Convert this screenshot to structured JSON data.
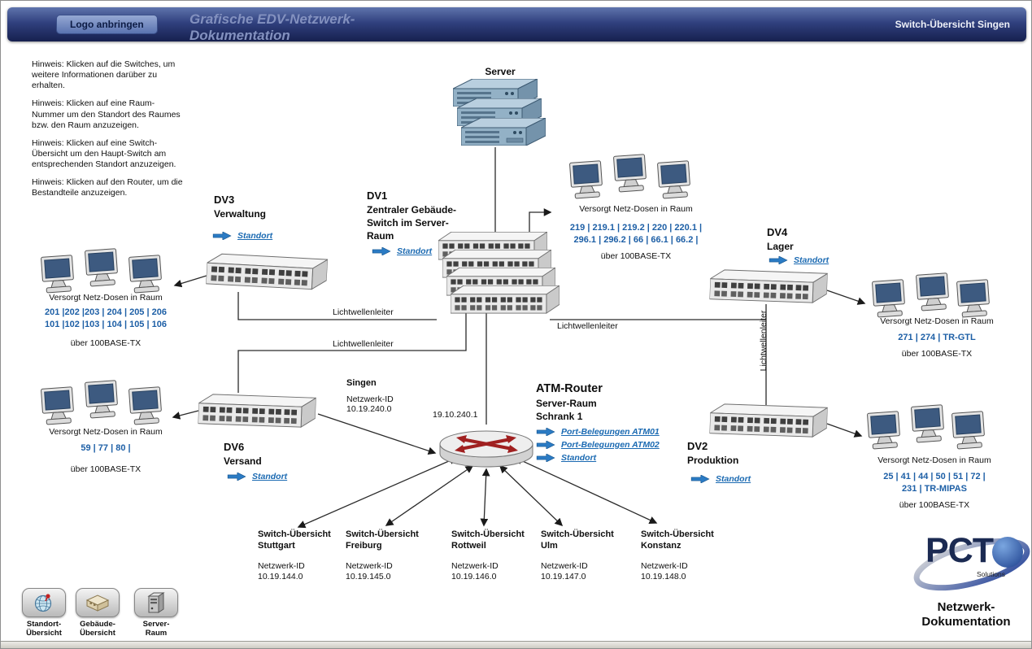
{
  "header": {
    "logo_button": "Logo anbringen",
    "title_line1": "Grafische EDV-Netzwerk-",
    "title_line2": "Dokumentation",
    "right_link": "Switch-Übersicht Singen"
  },
  "hints": [
    "Hinweis: Klicken auf die Switches, um weitere Informationen darüber zu erhalten.",
    "Hinweis: Klicken auf eine Raum-Nummer um den Standort des Raumes bzw. den Raum anzuzeigen.",
    "Hinweis: Klicken auf eine Switch-Übersicht um den Haupt-Switch am entsprechenden Standort anzuzeigen.",
    "Hinweis: Klicken auf den Router, um die Bestandteile anzuzeigen."
  ],
  "server": {
    "label": "Server"
  },
  "switches": {
    "dv1": {
      "id": "DV1",
      "desc1": "Zentraler Gebäude-",
      "desc2": "Switch im Server-",
      "desc3": "Raum",
      "standort_link": "Standort"
    },
    "dv3": {
      "id": "DV3",
      "name": "Verwaltung",
      "standort_link": "Standort"
    },
    "dv4": {
      "id": "DV4",
      "name": "Lager",
      "standort_link": "Standort"
    },
    "dv6": {
      "id": "DV6",
      "name": "Versand",
      "standort_link": "Standort"
    },
    "dv2": {
      "id": "DV2",
      "name": "Produktion",
      "standort_link": "Standort"
    }
  },
  "router": {
    "title": "ATM-Router",
    "subtitle1": "Server-Raum",
    "subtitle2": "Schrank 1",
    "link1": "Port-Belegungen ATM01",
    "link2": "Port-Belegungen ATM02",
    "link3": "Standort",
    "site": "Singen",
    "network_id_label": "Netzwerk-ID",
    "network_id": "10.19.240.0",
    "interface_ip": "19.10.240.1"
  },
  "labels": {
    "lichtwellenleiter": "Lichtwellenleiter",
    "versorgt": "Versorgt Netz-Dosen in Raum",
    "base_tx": "über 100BASE-TX"
  },
  "rooms": {
    "dv3_line1": "201 |202 |203 | 204 | 205 | 206",
    "dv3_line2": "101 |102 |103 | 104 | 105 | 106",
    "dv1_line1": "219 | 219.1 | 219.2 | 220 | 220.1 |",
    "dv1_line2": "296.1 | 296.2 | 66 | 66.1 | 66.2 |",
    "dv4_line1": "271 | 274 | TR-GTL",
    "dv6_line1": "59 | 77 | 80 |",
    "dv2_line1": "25 | 41 | 44 | 50 | 51 | 72 |",
    "dv2_line2": "231 | TR-MIPAS"
  },
  "sites": [
    {
      "title": "Switch-Übersicht",
      "city": "Stuttgart",
      "id_label": "Netzwerk-ID",
      "network_id": "10.19.144.0"
    },
    {
      "title": "Switch-Übersicht",
      "city": "Freiburg",
      "id_label": "Netzwerk-ID",
      "network_id": "10.19.145.0"
    },
    {
      "title": "Switch-Übersicht",
      "city": "Rottweil",
      "id_label": "Netzwerk-ID",
      "network_id": "10.19.146.0"
    },
    {
      "title": "Switch-Übersicht",
      "city": "Ulm",
      "id_label": "Netzwerk-ID",
      "network_id": "10.19.147.0"
    },
    {
      "title": "Switch-Übersicht",
      "city": "Konstanz",
      "id_label": "Netzwerk-ID",
      "network_id": "10.19.148.0"
    }
  ],
  "toolbar": [
    {
      "label1": "Standort-",
      "label2": "Übersicht",
      "icon": "globe-icon"
    },
    {
      "label1": "Gebäude-",
      "label2": "Übersicht",
      "icon": "building-icon"
    },
    {
      "label1": "Server-",
      "label2": "Raum",
      "icon": "server-icon"
    }
  ],
  "brand": {
    "name": "PCT",
    "solutions": "Solutions",
    "line1": "Netzwerk-",
    "line2": "Dokumentation"
  },
  "colors": {
    "header_top": "#5f74ac",
    "header_bottom": "#16204f",
    "accent_blue": "#2b7bc4",
    "room_blue": "#1d5fa6",
    "link_blue": "#1b6ab2",
    "router_red": "#a02020"
  }
}
